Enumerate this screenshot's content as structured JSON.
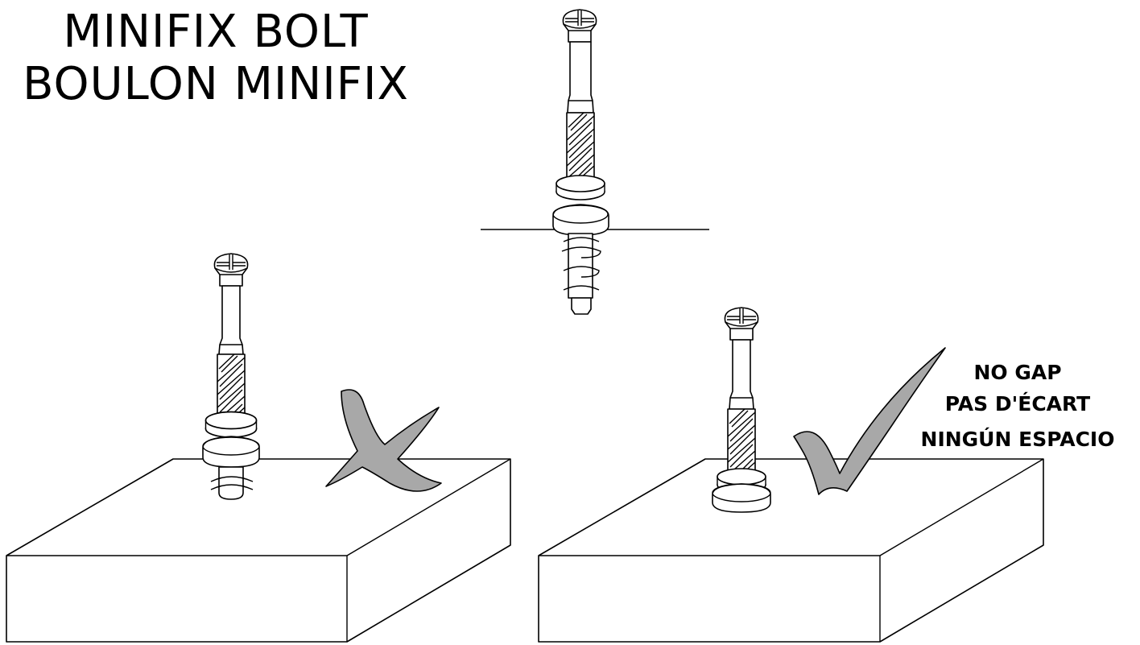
{
  "title": {
    "line1": "MINIFIX BOLT",
    "line2": "BOULON MINIFIX"
  },
  "note": {
    "line1": "NO GAP",
    "line2": "PAS D'ÉCART",
    "line3": "NINGÚN ESPACIO"
  },
  "colors": {
    "line": "#000000",
    "mark_fill": "#a8a8a8",
    "background": "#ffffff"
  },
  "icons": {
    "wrong": "x-mark-icon",
    "right": "checkmark-icon"
  }
}
